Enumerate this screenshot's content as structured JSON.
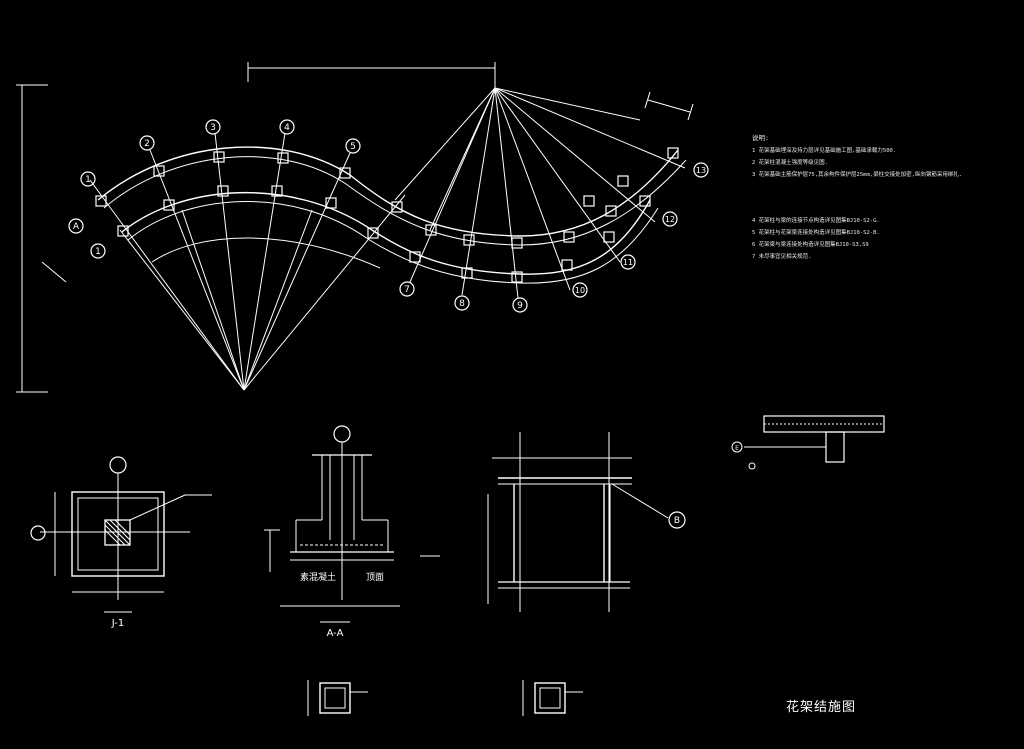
{
  "title": "花架结施图",
  "notes": {
    "heading": "说明:",
    "items": [
      "1  花架基础埋深及持力层详见基础施工图,基础承载力500.",
      "2  花架柱混凝土强度等级见图.",
      "3  花架基础主筋保护层75,其余构件保护层25mm,梁柱交接处加密,纵向钢筋采用绑扎.",
      "4  花架柱与梁的连接节点构造详见图集BJ10-S2-G.",
      "5  花架柱与花架梁连接处构造详见图集BJ10-S2-B.",
      "6  花架梁与梁连接处构造详见图集BJ10-S3,S9",
      "7  未尽事宜见相关规范."
    ]
  },
  "plan": {
    "axis_numbers_top": [
      "1",
      "2",
      "3",
      "4",
      "5"
    ],
    "axis_numbers_bottom": [
      "7",
      "8",
      "9",
      "10",
      "11",
      "12",
      "13"
    ],
    "axis_letter": "A",
    "axis_one_repeat": "1"
  },
  "sections": {
    "j1": "J-1",
    "aa": "A-A",
    "callout_b": "B",
    "annotation_soil": "素混凝土",
    "annotation_top": "顶面"
  },
  "detail_callout": "E"
}
